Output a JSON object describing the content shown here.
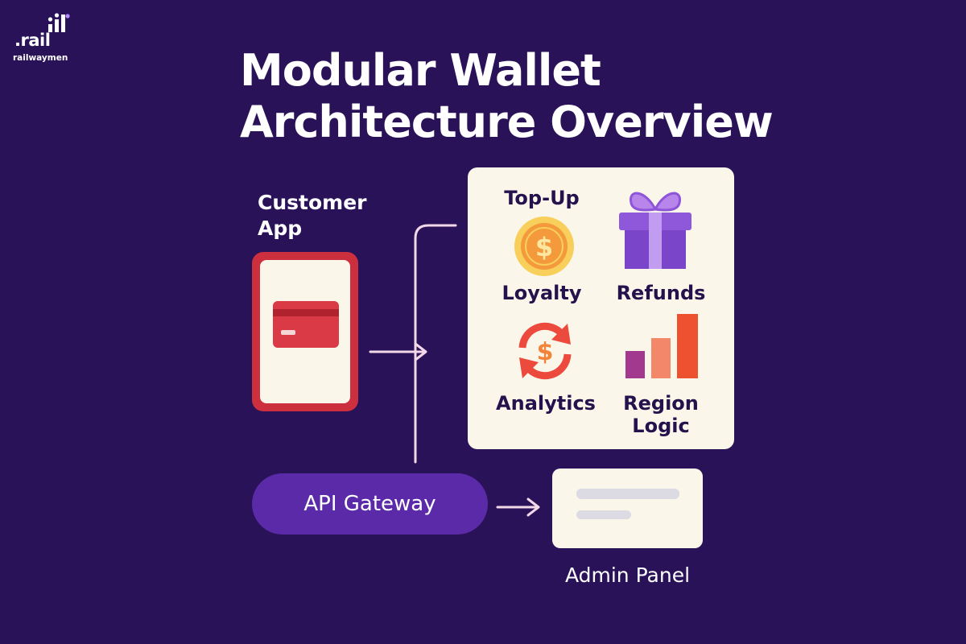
{
  "brand": {
    "logo_text": ".rail",
    "logo_subtext": "railwaymen"
  },
  "title": {
    "line1": "Modular Wallet",
    "line2": "Architecture Overview"
  },
  "customer_app": {
    "label_line1": "Customer",
    "label_line2": "App"
  },
  "modules": [
    {
      "label": "Top-Up",
      "icon": "dollar-coin-icon"
    },
    {
      "label": "",
      "icon": "gift-icon"
    },
    {
      "label": "Loyalty",
      "icon": ""
    },
    {
      "label": "Refunds",
      "icon": ""
    },
    {
      "label": "",
      "icon": "dollar-refresh-icon"
    },
    {
      "label": "",
      "icon": "bar-chart-icon"
    },
    {
      "label": "Analytics",
      "icon": ""
    },
    {
      "label_line1": "Region",
      "label_line2": "Logic",
      "icon": ""
    }
  ],
  "api_gateway": {
    "label": "API Gateway"
  },
  "admin_panel": {
    "label": "Admin Panel"
  },
  "colors": {
    "background": "#2a1259",
    "panel": "#fbf6ea",
    "phone": "#cc2f3e",
    "api": "#5b2aa8",
    "coin": "#f49a3d",
    "gift": "#7a45c9",
    "refresh": "#ec4a3c",
    "connector": "#f2d8e8"
  }
}
